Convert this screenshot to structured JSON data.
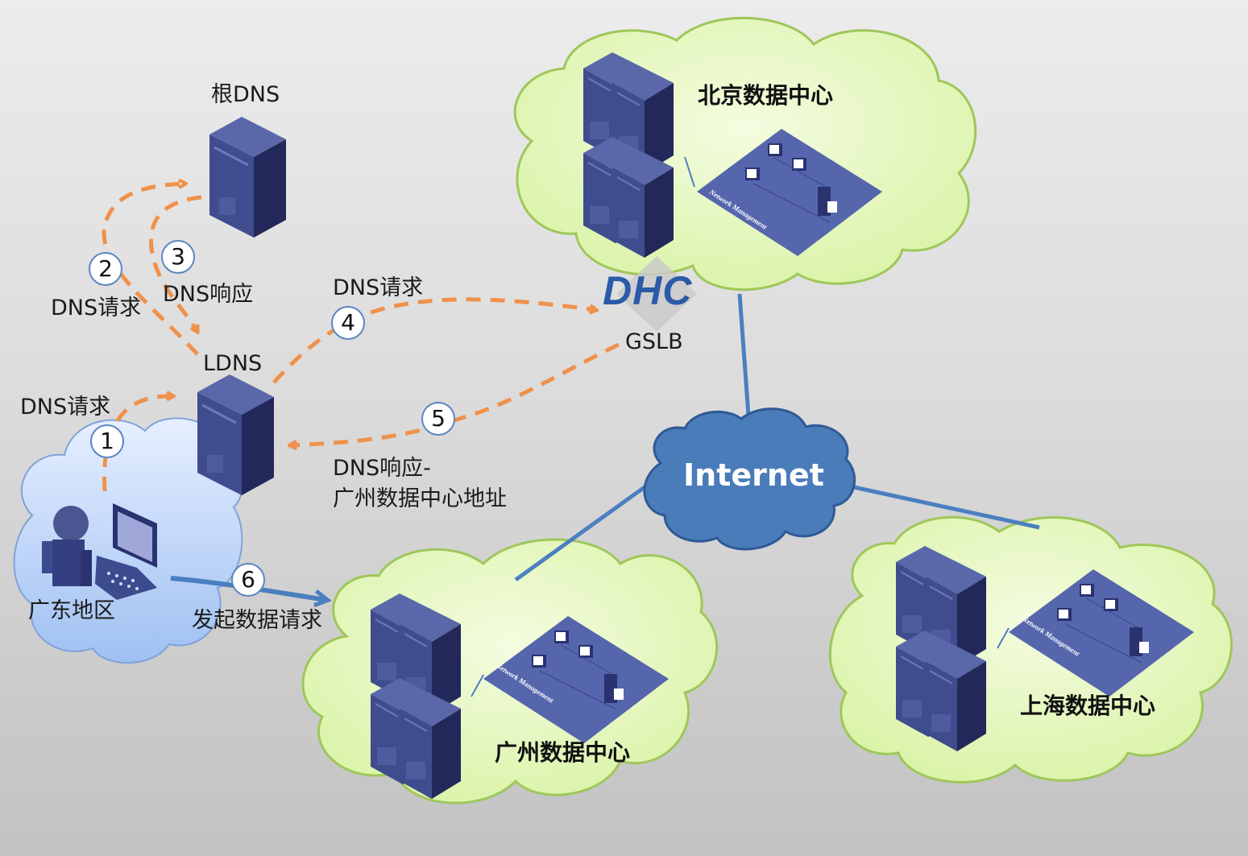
{
  "title": "GSLB DNS resolution and data center routing",
  "nodes": {
    "root_dns": {
      "label": "根DNS"
    },
    "ldns": {
      "label": "LDNS"
    },
    "gslb": {
      "logo": "DHC",
      "label": "GSLB"
    },
    "internet": {
      "label": "Internet"
    },
    "client_region": {
      "label": "广东地区"
    },
    "dc_beijing": {
      "label": "北京数据中心",
      "panel_text": "Network Management"
    },
    "dc_guangzhou": {
      "label": "广州数据中心",
      "panel_text": "Network Management"
    },
    "dc_shanghai": {
      "label": "上海数据中心",
      "panel_text": "Network Management"
    }
  },
  "steps": [
    {
      "num": "1",
      "label": "DNS请求"
    },
    {
      "num": "2",
      "label": "DNS请求"
    },
    {
      "num": "3",
      "label": "DNS响应"
    },
    {
      "num": "4",
      "label": "DNS请求"
    },
    {
      "num": "5",
      "label_line1": "DNS响应-",
      "label_line2": "广州数据中心地址"
    },
    {
      "num": "6",
      "label": "发起数据请求"
    }
  ],
  "colors": {
    "dns_flow": "#f0914a",
    "data_flow": "#4a7fc0",
    "link": "#4a7fc0",
    "server": "#3c4a8e",
    "dc_cloud": "#e2f5b8",
    "client_cloud": "#c4d8f6",
    "internet_cloud": "#4a7cba"
  }
}
